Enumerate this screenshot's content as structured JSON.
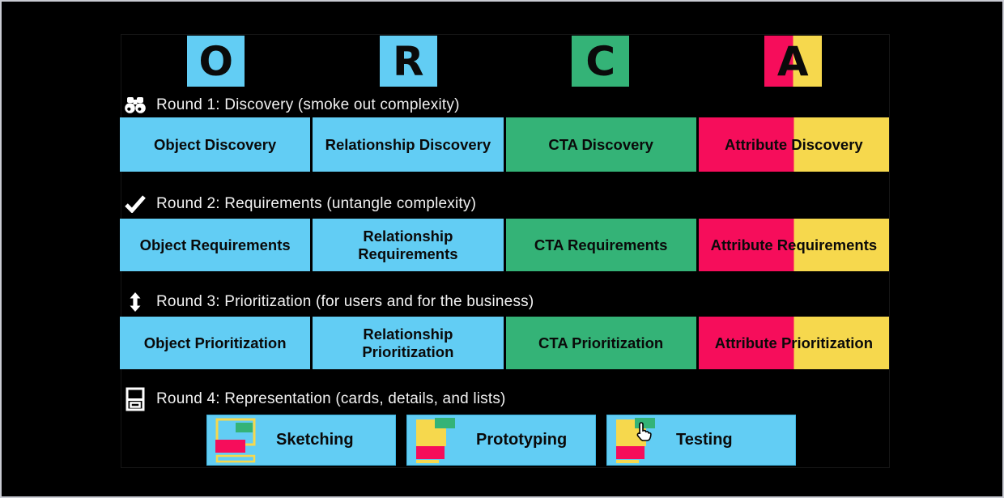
{
  "colors": {
    "blue": "#62cdf4",
    "green": "#34b377",
    "pink": "#f60d5b",
    "yellow": "#f6d84d",
    "heading_text": "#f2f2f2",
    "cell_text": "#0a0a0a",
    "background": "#000000",
    "outer_border": "#c9cbd3"
  },
  "header_letters": [
    {
      "letter": "O",
      "color": "blue"
    },
    {
      "letter": "R",
      "color": "blue"
    },
    {
      "letter": "C",
      "color": "green"
    },
    {
      "letter": "A",
      "color": "pink-yellow-split"
    }
  ],
  "rounds": [
    {
      "icon": "binoculars-icon",
      "title": "Round 1: Discovery (smoke out complexity)",
      "cells": [
        "Object Discovery",
        "Relationship Discovery",
        "CTA Discovery",
        "Attribute Discovery"
      ]
    },
    {
      "icon": "check-icon",
      "title": "Round 2: Requirements (untangle complexity)",
      "cells": [
        "Object Requirements",
        "Relationship Requirements",
        "CTA Requirements",
        "Attribute Requirements"
      ]
    },
    {
      "icon": "updown-arrow-icon",
      "title": "Round 3: Prioritization (for users and for the business)",
      "cells": [
        "Object Prioritization",
        "Relationship Prioritization",
        "CTA Prioritization",
        "Attribute Prioritization"
      ]
    },
    {
      "icon": "card-icon",
      "title": "Round 4: Representation (cards, details, and lists)",
      "activities": [
        {
          "icon": "sketch-wireframe-icon",
          "label": "Sketching"
        },
        {
          "icon": "prototype-blocks-icon",
          "label": "Prototyping"
        },
        {
          "icon": "testing-cursor-icon",
          "label": "Testing"
        }
      ]
    }
  ]
}
